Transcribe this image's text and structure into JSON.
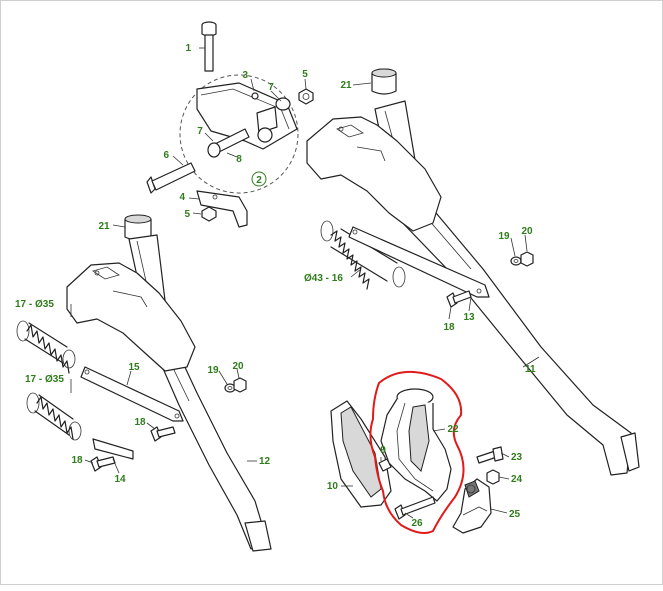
{
  "diagram": {
    "label_color": "#2e7d1a",
    "highlight_color": "#e01b1b",
    "callouts": [
      {
        "id": "c1",
        "text": "1"
      },
      {
        "id": "c2",
        "text": "2"
      },
      {
        "id": "c3",
        "text": "3"
      },
      {
        "id": "c4",
        "text": "4"
      },
      {
        "id": "c5a",
        "text": "5"
      },
      {
        "id": "c5b",
        "text": "5"
      },
      {
        "id": "c6",
        "text": "6"
      },
      {
        "id": "c7a",
        "text": "7"
      },
      {
        "id": "c7b",
        "text": "7"
      },
      {
        "id": "c8",
        "text": "8"
      },
      {
        "id": "c9",
        "text": "9"
      },
      {
        "id": "c10",
        "text": "10"
      },
      {
        "id": "c11",
        "text": "11"
      },
      {
        "id": "c12",
        "text": "12"
      },
      {
        "id": "c13",
        "text": "13"
      },
      {
        "id": "c14",
        "text": "14"
      },
      {
        "id": "c15",
        "text": "15"
      },
      {
        "id": "c16",
        "text": "Ø43 - 16"
      },
      {
        "id": "c17a",
        "text": "17 - Ø35"
      },
      {
        "id": "c17b",
        "text": "17 - Ø35"
      },
      {
        "id": "c18a",
        "text": "18"
      },
      {
        "id": "c18b",
        "text": "18"
      },
      {
        "id": "c18c",
        "text": "18"
      },
      {
        "id": "c19a",
        "text": "19"
      },
      {
        "id": "c19b",
        "text": "19"
      },
      {
        "id": "c20a",
        "text": "20"
      },
      {
        "id": "c20b",
        "text": "20"
      },
      {
        "id": "c21a",
        "text": "21"
      },
      {
        "id": "c21b",
        "text": "21"
      },
      {
        "id": "c22",
        "text": "22"
      },
      {
        "id": "c23",
        "text": "23"
      },
      {
        "id": "c24",
        "text": "24"
      },
      {
        "id": "c25",
        "text": "25"
      },
      {
        "id": "c26",
        "text": "26"
      }
    ]
  }
}
